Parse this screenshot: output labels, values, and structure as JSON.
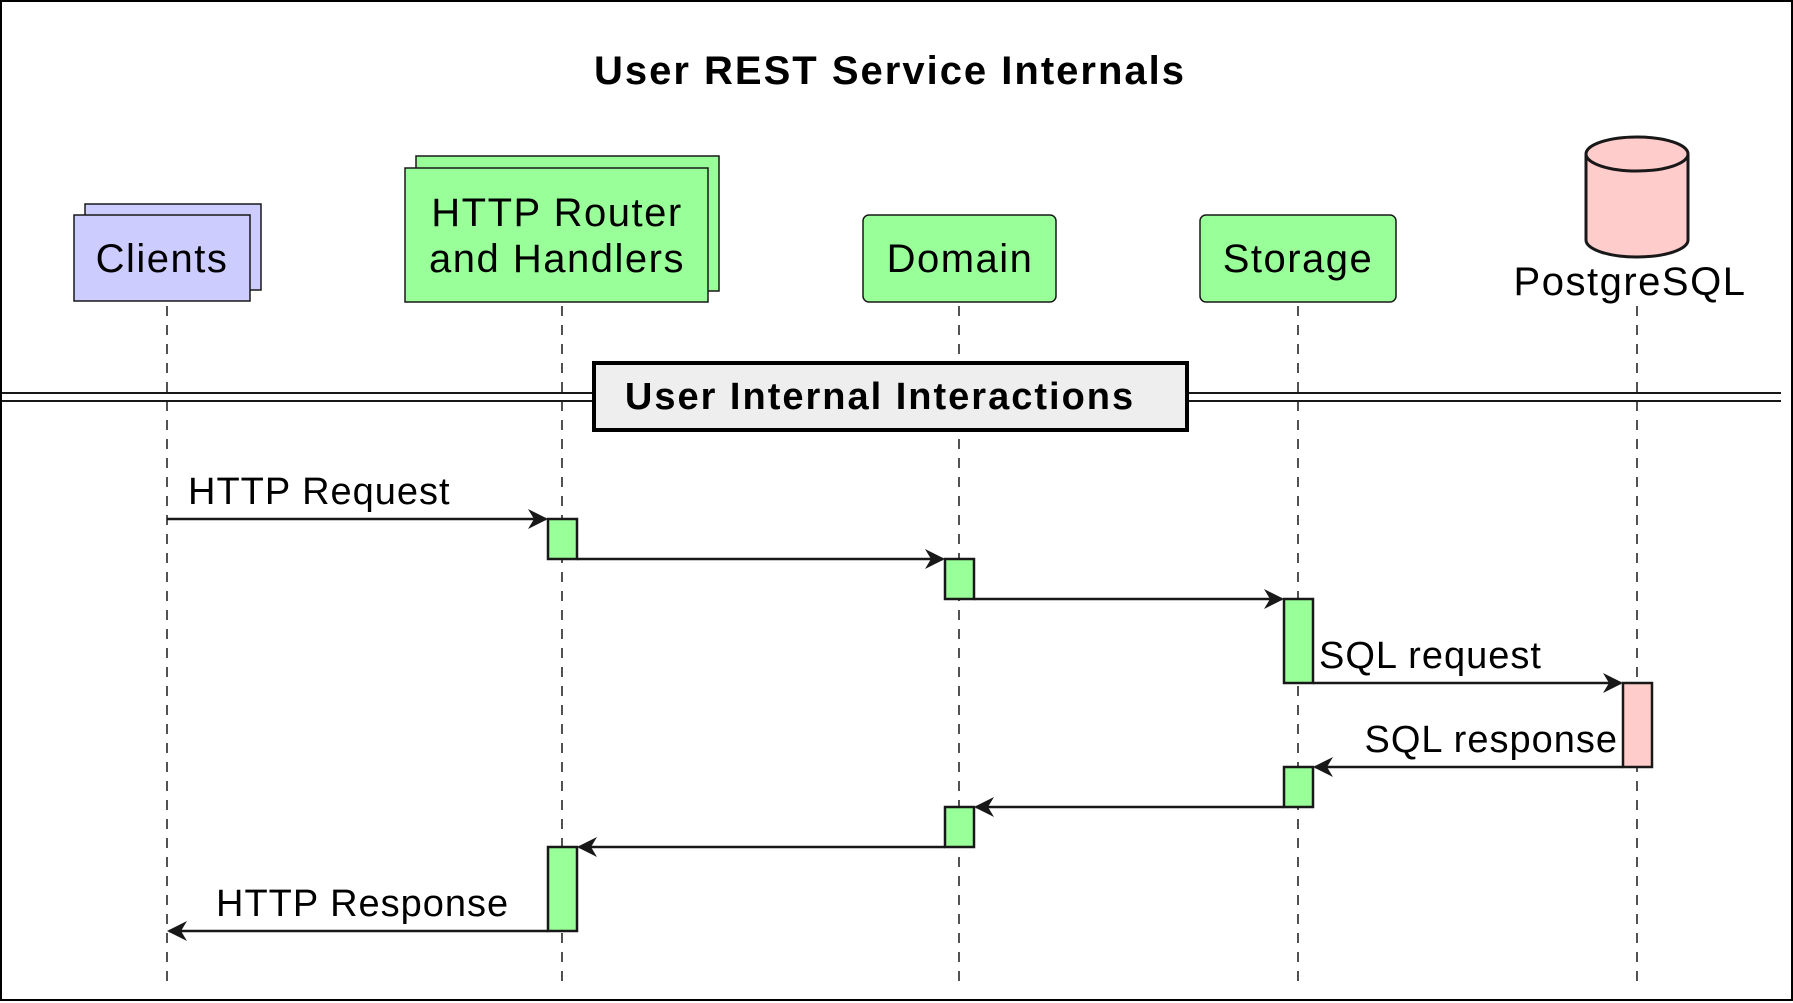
{
  "title": "User REST Service Internals",
  "colors": {
    "collection_fill": "#ccccff",
    "component_fill": "#99ff99",
    "database_fill": "#ffcccc",
    "activation_green": "#99ff99",
    "activation_red": "#ffcccc",
    "divider_fill": "#eeeeee",
    "stroke": "#181818"
  },
  "participants": [
    {
      "id": "clients",
      "shape": "collections",
      "lines": [
        "Clients"
      ]
    },
    {
      "id": "router",
      "shape": "collections",
      "lines": [
        "HTTP Router",
        "and Handlers"
      ]
    },
    {
      "id": "domain",
      "shape": "participant",
      "lines": [
        "Domain"
      ]
    },
    {
      "id": "storage",
      "shape": "participant",
      "lines": [
        "Storage"
      ]
    },
    {
      "id": "postgres",
      "shape": "database",
      "lines": [
        "PostgreSQL"
      ]
    }
  ],
  "divider": {
    "label": "User Internal Interactions"
  },
  "messages": [
    {
      "from": "clients",
      "to": "router",
      "label": "HTTP Request"
    },
    {
      "from": "router",
      "to": "domain",
      "label": ""
    },
    {
      "from": "domain",
      "to": "storage",
      "label": ""
    },
    {
      "from": "storage",
      "to": "postgres",
      "label": "SQL request"
    },
    {
      "from": "postgres",
      "to": "storage",
      "label": "SQL response"
    },
    {
      "from": "storage",
      "to": "domain",
      "label": ""
    },
    {
      "from": "domain",
      "to": "router",
      "label": ""
    },
    {
      "from": "router",
      "to": "clients",
      "label": "HTTP Response"
    }
  ]
}
